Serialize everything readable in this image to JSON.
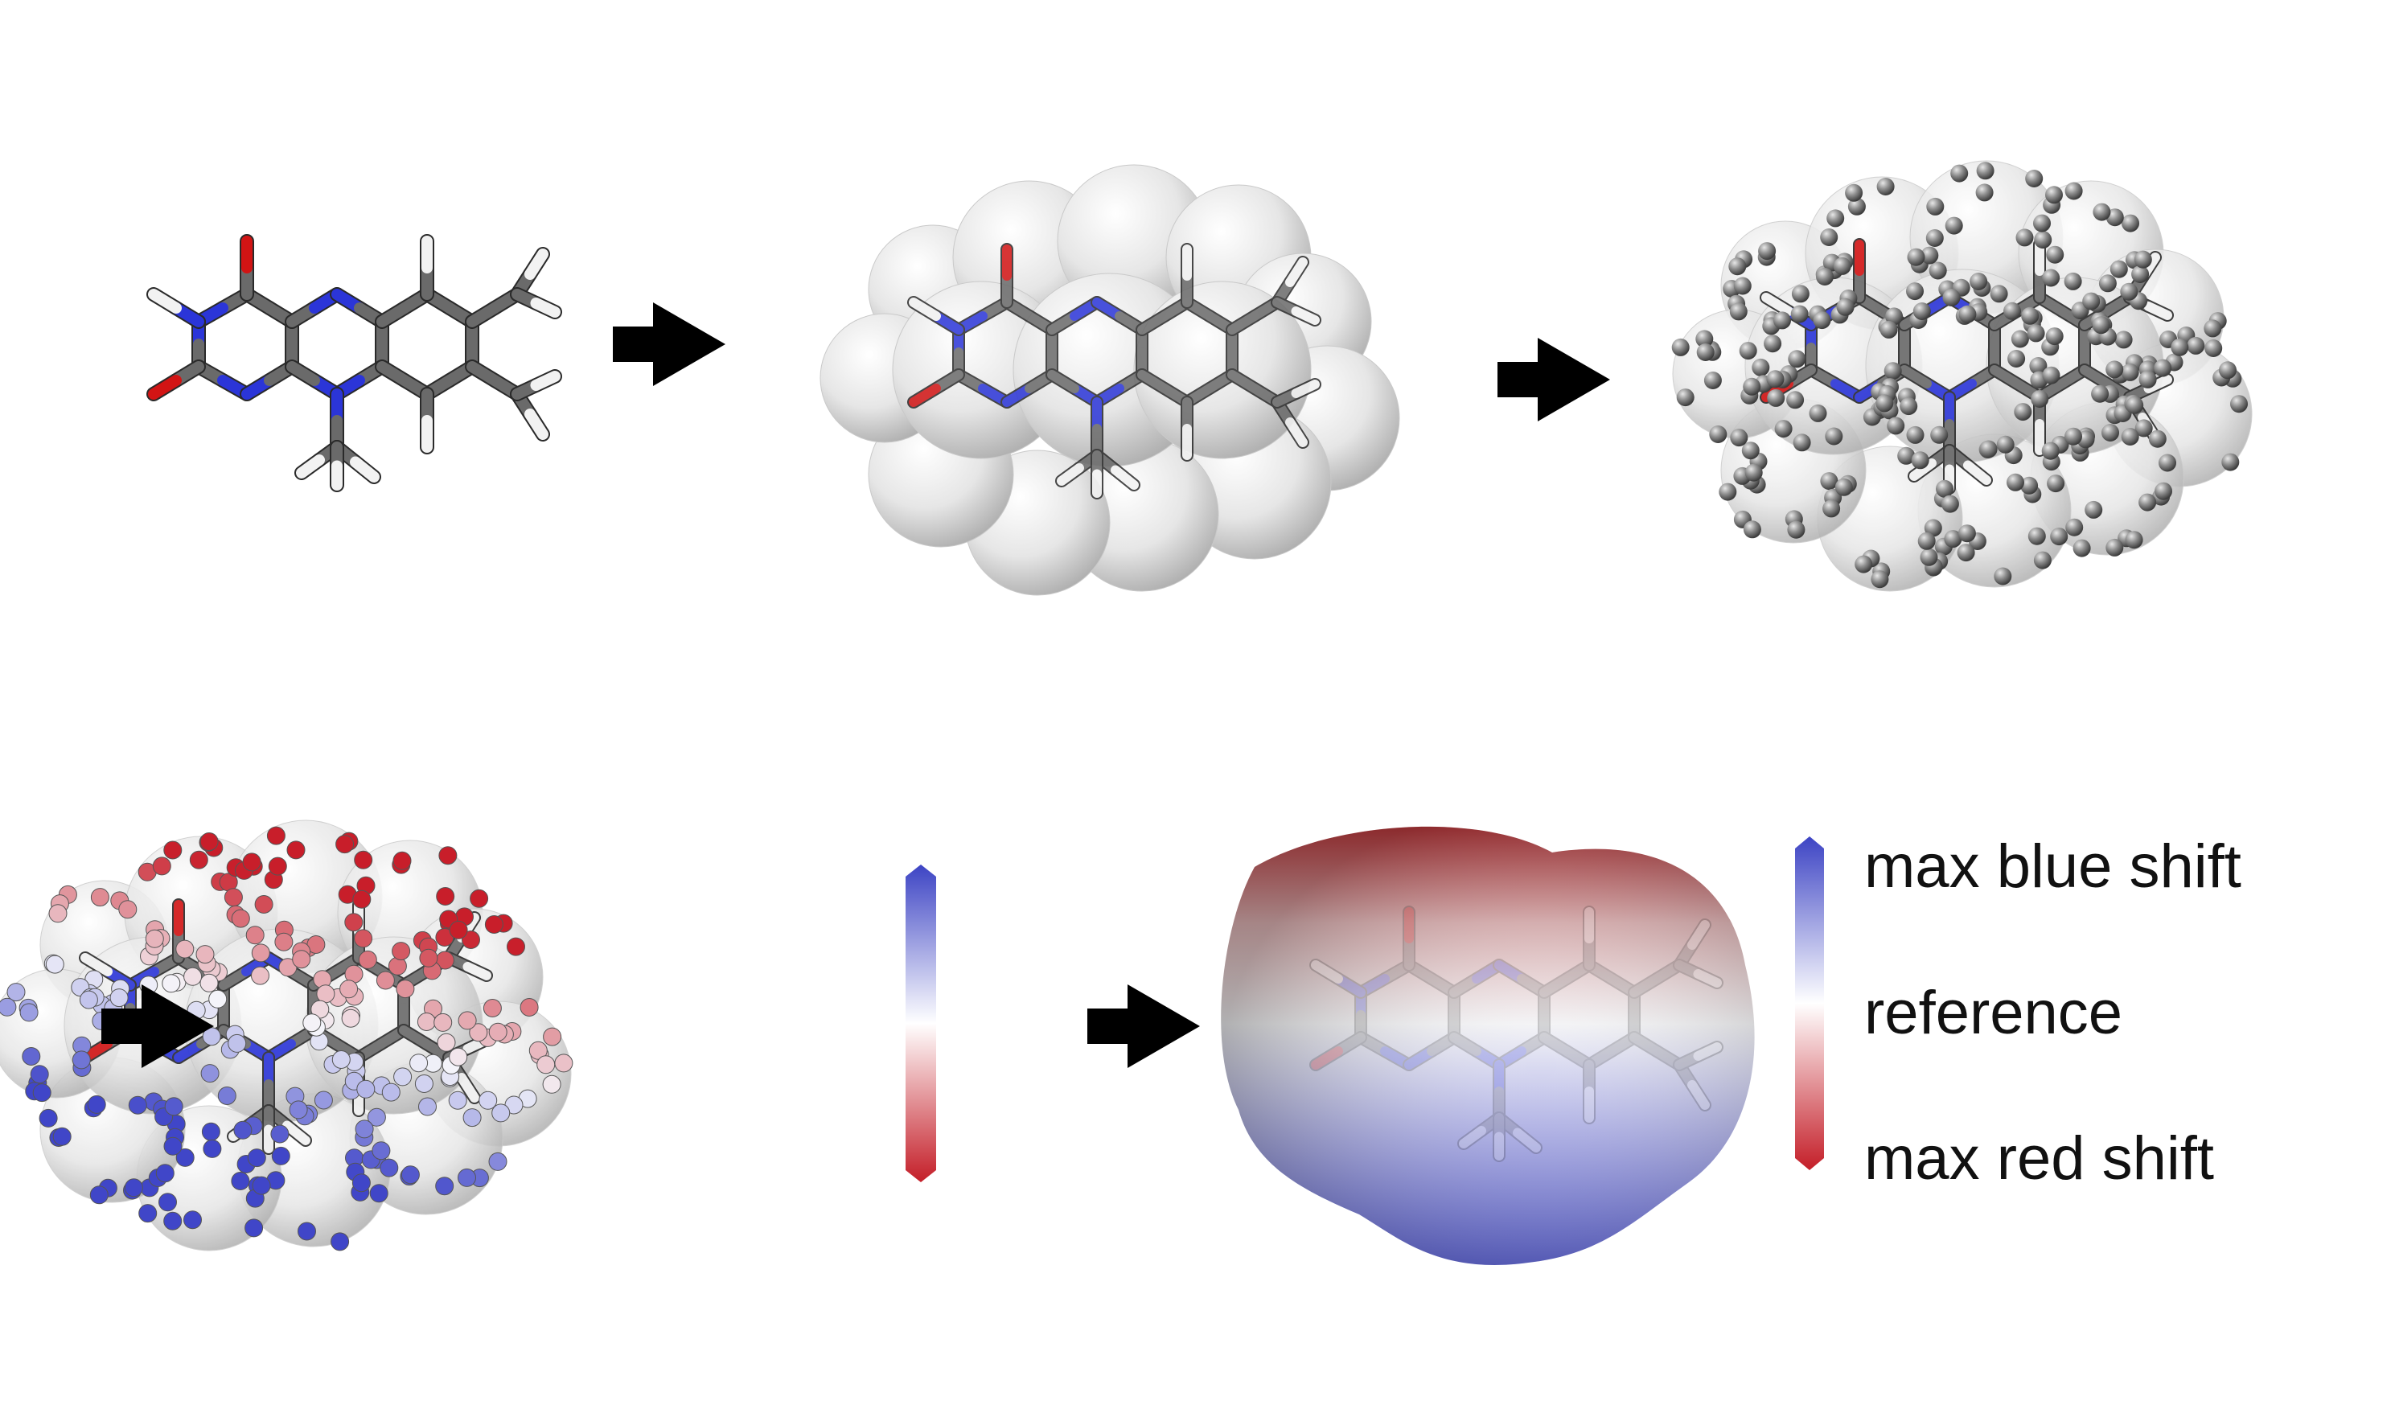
{
  "figure": {
    "panels": [
      {
        "id": "molecule",
        "description_icon": "stick-molecule"
      },
      {
        "id": "vdw-surface",
        "description_icon": "sphere-surface"
      },
      {
        "id": "surface-points",
        "description_icon": "point-cloud"
      },
      {
        "id": "colored-points",
        "description_icon": "colored-point-cloud"
      },
      {
        "id": "interpolated-surface",
        "description_icon": "smooth-surface"
      }
    ],
    "arrow_icon": "right-arrow-icon",
    "legend": {
      "top_label": "max blue shift",
      "middle_label": "reference",
      "bottom_label": "max red shift"
    },
    "colors": {
      "blue": "#4046c8",
      "white": "#ffffff",
      "red": "#c81e2a",
      "oxygen": "#d21414",
      "nitrogen": "#2b35d8",
      "carbon": "#6a6a6a",
      "hydrogen": "#f2f2f2",
      "probe": "#8a8a8a"
    }
  }
}
